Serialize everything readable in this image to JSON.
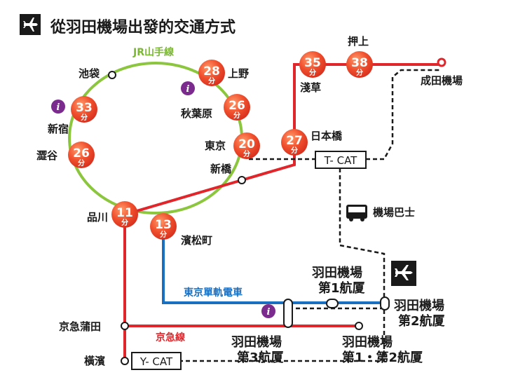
{
  "title": "從羽田機場出發的交通方式",
  "colors": {
    "red_line": "#e0262b",
    "green_line": "#8cc63f",
    "blue_line": "#1a6fc0",
    "bubble": "#e8412a",
    "info": "#7b2a8e",
    "dark": "#1a1a1a"
  },
  "lines": {
    "jr_yamanote": "JR山手線",
    "monorail": "東京單軌電車",
    "keikyu": "京急線",
    "bus": "機場巴士"
  },
  "times": {
    "shinagawa": {
      "num": "11",
      "unit": "分"
    },
    "hamamatsucho": {
      "num": "13",
      "unit": "分"
    },
    "tokyo": {
      "num": "20",
      "unit": "分"
    },
    "nihonbashi": {
      "num": "27",
      "unit": "分"
    },
    "asakusa": {
      "num": "35",
      "unit": "分"
    },
    "oshiage": {
      "num": "38",
      "unit": "分"
    },
    "ueno": {
      "num": "28",
      "unit": "分"
    },
    "akihabara": {
      "num": "26",
      "unit": "分"
    },
    "shinjuku": {
      "num": "33",
      "unit": "分"
    },
    "shibuya": {
      "num": "26",
      "unit": "分"
    }
  },
  "stations": {
    "ikebukuro": "池袋",
    "shinjuku": "新宿",
    "shibuya": "澀谷",
    "ueno": "上野",
    "akihabara": "秋葉原",
    "tokyo": "東京",
    "shinbashi": "新橋",
    "shinagawa": "品川",
    "hamamatsucho": "濱松町",
    "nihonbashi": "日本橋",
    "asakusa": "淺草",
    "oshiage": "押上",
    "narita": "成田機場",
    "keikyu_kamata": "京急蒲田",
    "yokohama": "橫濱"
  },
  "boxes": {
    "tcat": "T- CAT",
    "ycat": "Y- CAT"
  },
  "terminals": {
    "t1_line1": "羽田機場",
    "t1_line2": "第1航厦",
    "t2_line1": "羽田機場",
    "t2_line2": "第2航厦",
    "t3_line1": "羽田機場",
    "t3_line2": "第3航厦",
    "t12_line1": "羽田機場",
    "t12_line2": "第1・第2航厦"
  },
  "icons": {
    "airplane": "airplane-icon",
    "info": "info-icon",
    "bus": "bus-icon"
  },
  "info_letter": "i"
}
